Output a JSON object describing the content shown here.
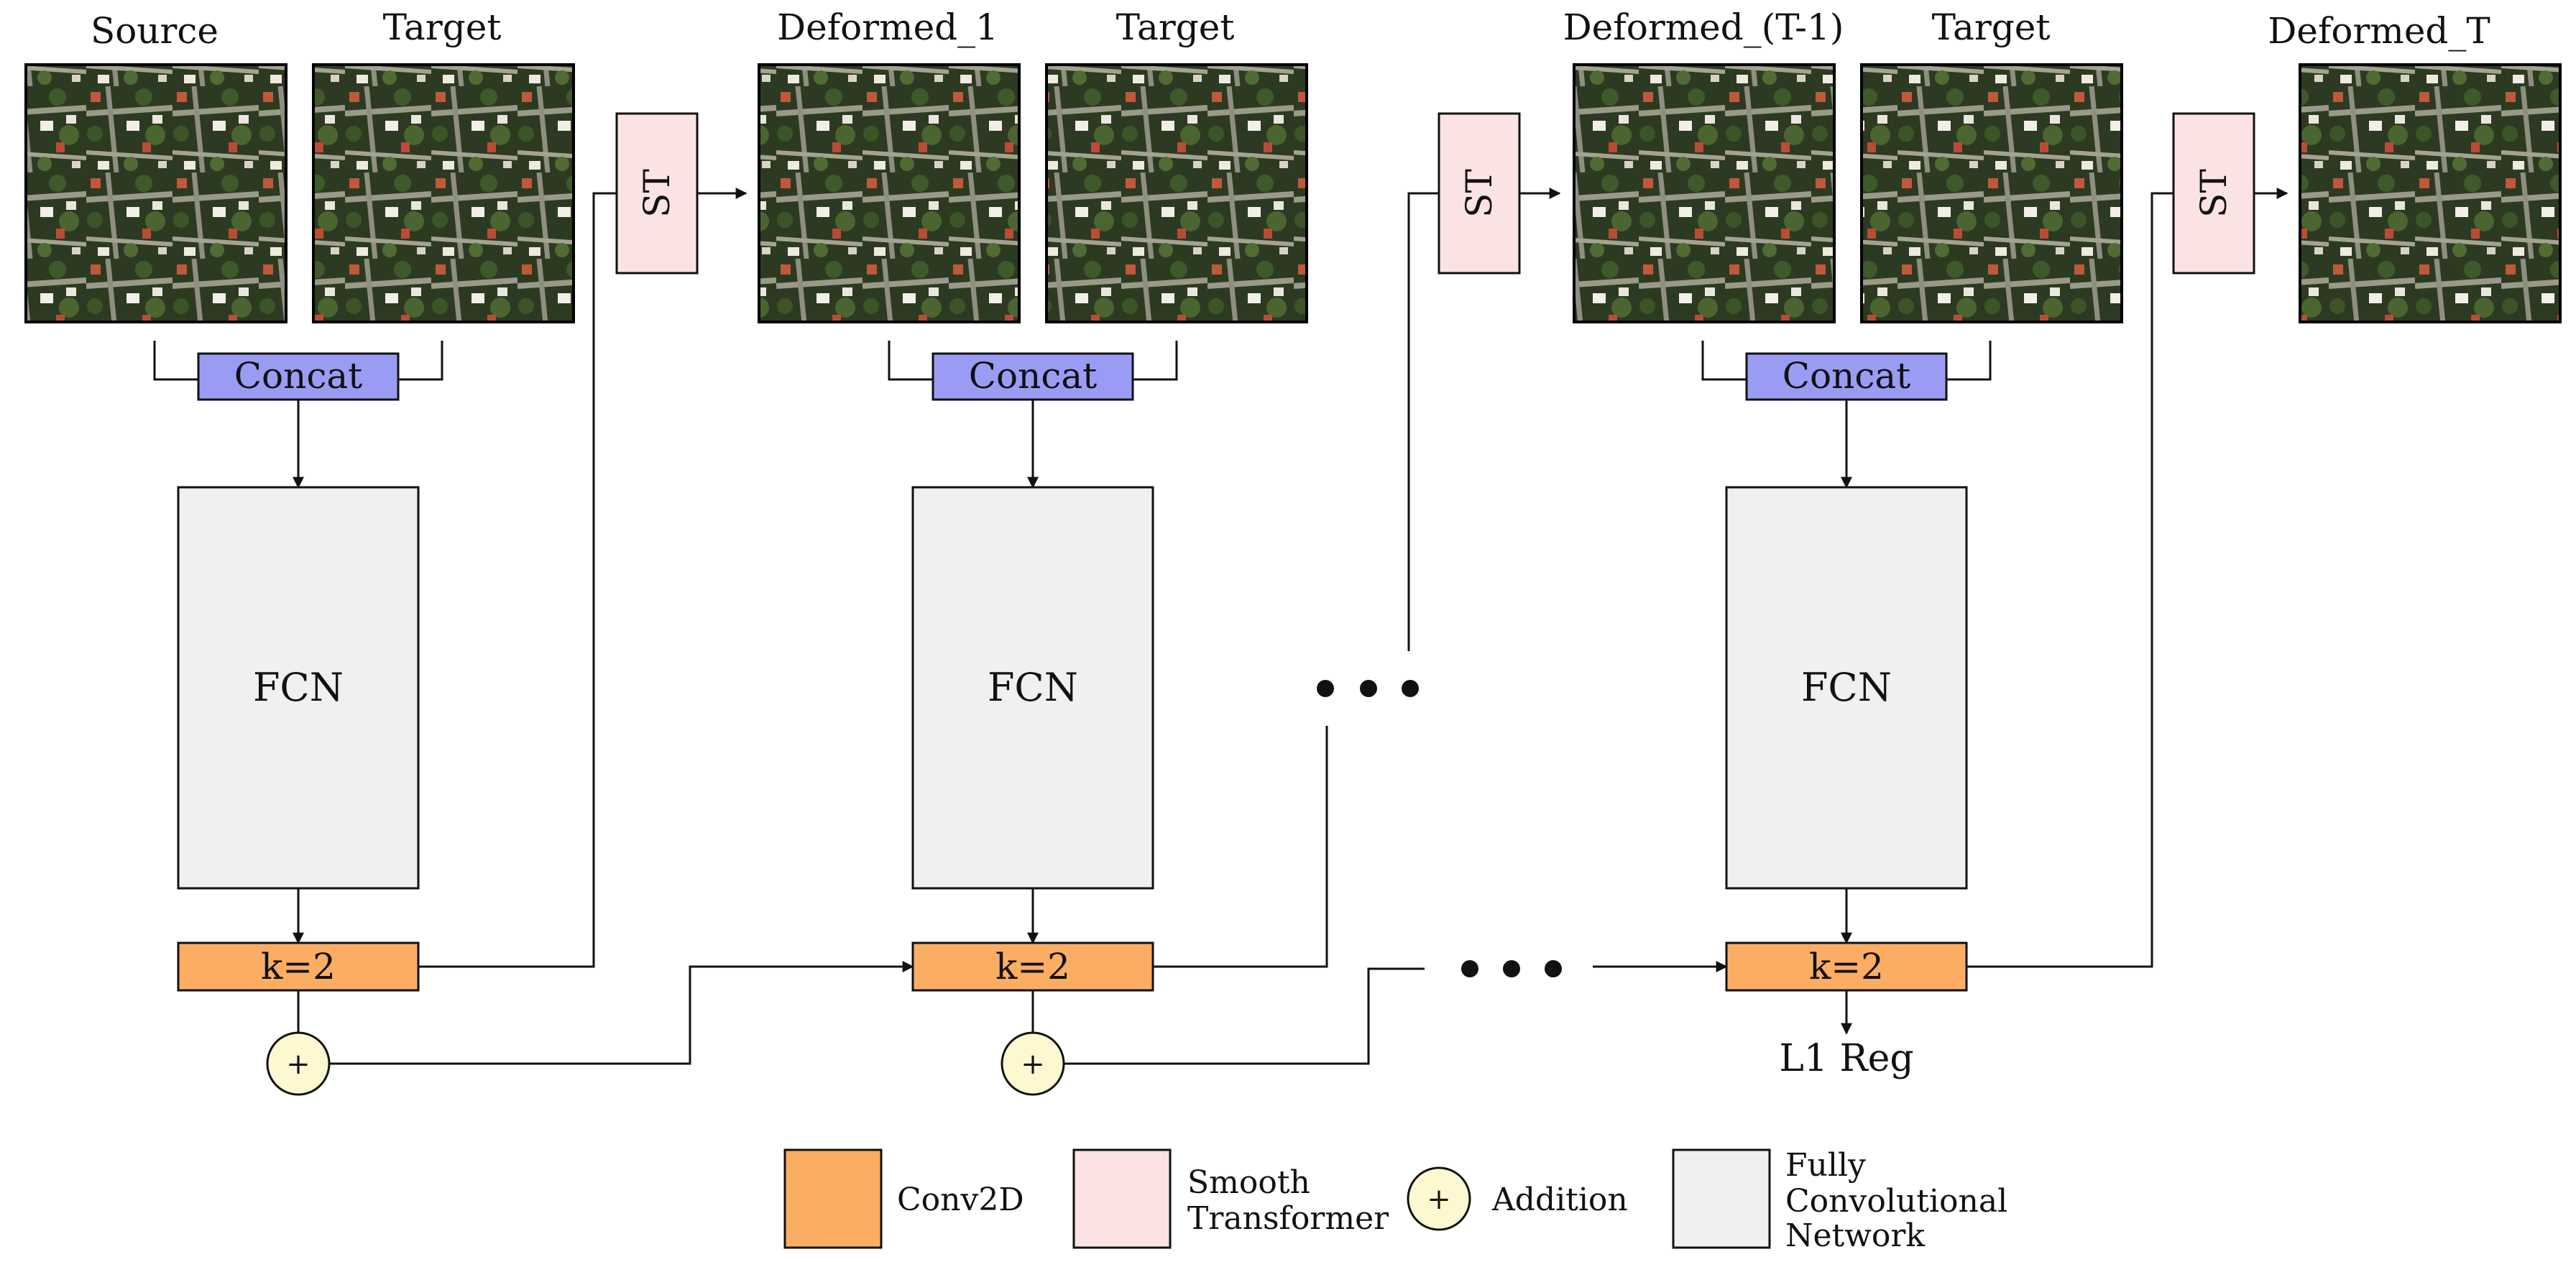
{
  "image_titles": {
    "source": "Source",
    "target_1": "Target",
    "deformed_1": "Deformed_1",
    "target_2": "Target",
    "deformed_t_minus_1": "Deformed_(T-1)",
    "target_3": "Target",
    "deformed_t": "Deformed_T"
  },
  "blocks": {
    "concat": "Concat",
    "fcn": "FCN",
    "conv": "k=2",
    "st": "ST",
    "plus": "+"
  },
  "outputs": {
    "l1_reg": "L1 Reg"
  },
  "legend": {
    "conv2d": "Conv2D",
    "smooth_line1": "Smooth",
    "smooth_line2": "Transformer",
    "addition_symbol": "+",
    "addition": "Addition",
    "fcn_line1": "Fully",
    "fcn_line2": "Convolutional",
    "fcn_line3": "Network"
  },
  "colors": {
    "concat_fill": "#9a9cf4",
    "conv_fill": "#fbae63",
    "st_fill": "#fbe3e4",
    "fcn_fill": "#f0f0f0",
    "plus_fill": "#fdf8cf",
    "stroke": "#111111"
  },
  "icons": {
    "aerial_images": "satellite-image-icon",
    "ellipsis": "ellipsis-dots-icon"
  }
}
